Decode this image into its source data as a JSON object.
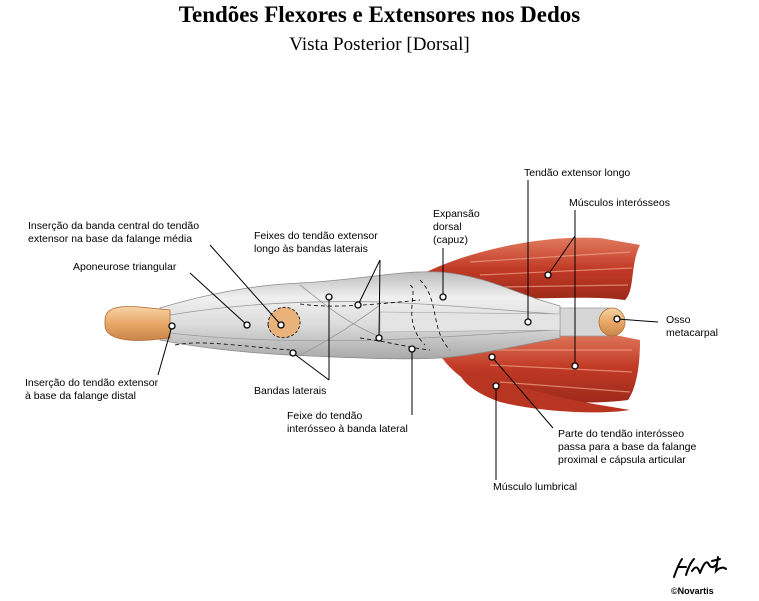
{
  "title": "Tendões Flexores e Extensores nos Dedos",
  "subtitle": "Vista Posterior [Dorsal]",
  "labels": {
    "insercao_banda_central": [
      "Inserção da banda central do tendão",
      "extensor na base da falange média"
    ],
    "aponeurose_triangular": [
      "Aponeurose triangular"
    ],
    "insercao_tendao_extensor": [
      "Inserção do tendão extensor",
      "à base da falange distal"
    ],
    "feixes_tendao_extensor": [
      "Feixes do tendão extensor",
      "longo às bandas laterais"
    ],
    "bandas_laterais": [
      "Bandas laterais"
    ],
    "feixe_tendao_interosseo": [
      "Feixe do tendão",
      "interósseo à banda lateral"
    ],
    "expansao_dorsal": [
      "Expansão",
      "dorsal",
      "(capuz)"
    ],
    "tendao_extensor_longo": [
      "Tendão extensor longo"
    ],
    "musculos_interosseos": [
      "Músculos interósseos"
    ],
    "osso_metacarpal": [
      "Osso",
      "metacarpal"
    ],
    "parte_tendao_interosseo": [
      "Parte do tendão interósseo",
      "passa para a base da falange",
      "proximal e cápsula articular"
    ],
    "musculo_lumbrical": [
      "Músculo lumbrical"
    ]
  },
  "copyright": "©Novartis",
  "signature": "F. Netter",
  "colors": {
    "tendon": "#d9d9d9",
    "bone": "#e8b27a",
    "muscle": "#c8452e",
    "leader": "#000000"
  }
}
